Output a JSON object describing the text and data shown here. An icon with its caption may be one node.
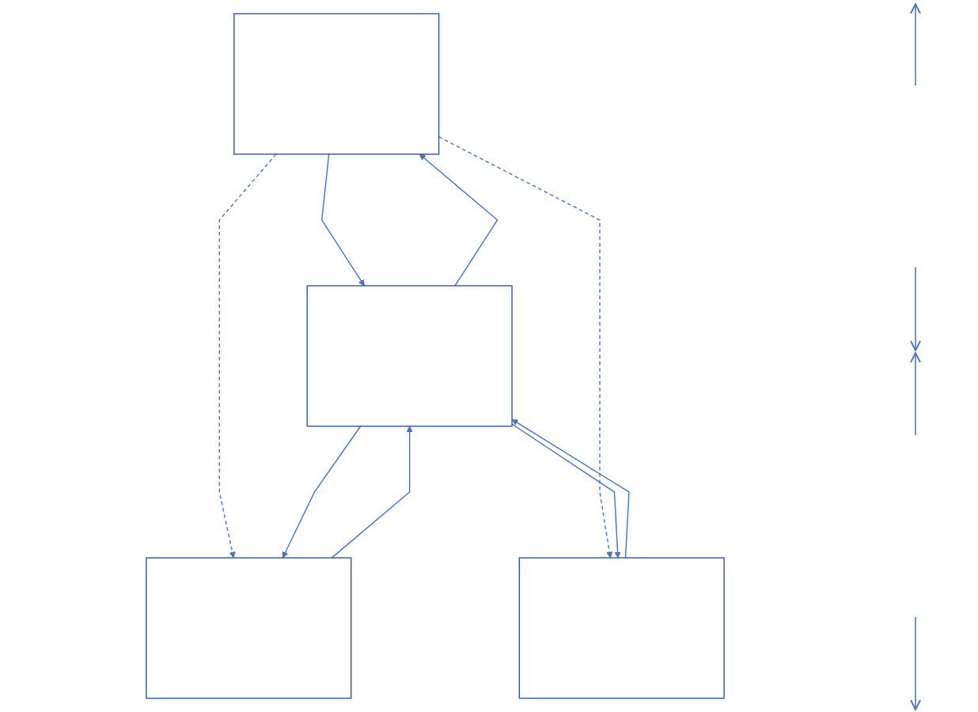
{
  "diagram": {
    "nodes": [
      {
        "text": [],
        "shape": "box"
      },
      {
        "text": [],
        "shape": "box"
      },
      {
        "text": [],
        "shape": "box"
      },
      {
        "text": [],
        "shape": "box"
      }
    ],
    "edges": [
      {
        "from": 0,
        "to": 1,
        "arrow": "to"
      },
      {
        "from": 1,
        "to": 0,
        "arrow": "to"
      },
      {
        "from": 0,
        "to": 2,
        "arrow": "to",
        "style": "dashed"
      },
      {
        "from": 0,
        "to": 3,
        "arrow": "to",
        "style": "dashed"
      },
      {
        "from": 1,
        "to": 2,
        "arrow": "to"
      },
      {
        "from": 2,
        "to": 1,
        "arrow": "to"
      },
      {
        "from": 3,
        "to": 1,
        "arrow": "to"
      },
      {
        "from": 1,
        "to": 3,
        "arrow": "to"
      }
    ]
  }
}
